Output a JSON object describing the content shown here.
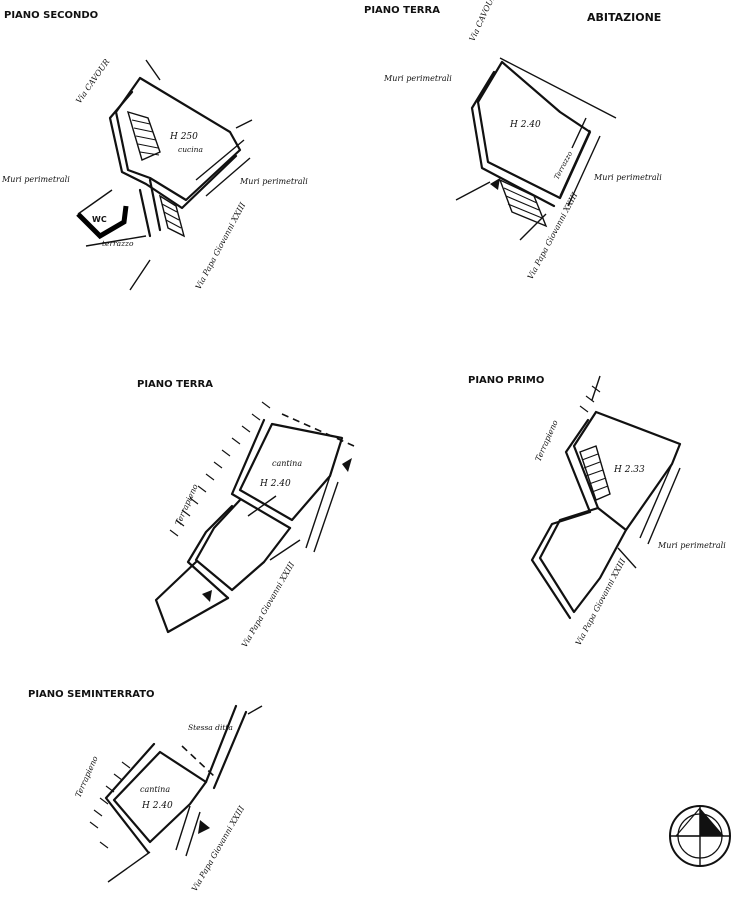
{
  "title": "ABITAZIONE",
  "plans": {
    "secondo": {
      "name": "PIANO SECONDO",
      "street_cavour": "Via CAVOUR",
      "height": "H 250",
      "room": "cucina",
      "walls_left": "Muri perimetrali",
      "walls_right": "Muri perimetrali",
      "wc": "WC",
      "terrace": "terrazzo",
      "street_papa": "Via Papa Giovanni XXIII"
    },
    "terra_top": {
      "name": "PIANO TERRA",
      "street_cavour": "Via CAVOUR",
      "walls_left": "Muri perimetrali",
      "height": "H 2.40",
      "side": "Terrazzo",
      "walls_right": "Muri perimetrali",
      "street_papa": "Via Papa Giovanni XXIII"
    },
    "terra_mid": {
      "name": "PIANO TERRA",
      "room": "cantina",
      "height": "H 2.40",
      "side": "Terrapieno",
      "street_papa": "Via Papa Giovanni XXIII"
    },
    "primo": {
      "name": "PIANO PRIMO",
      "side": "Terrapieno",
      "height": "H 2.33",
      "walls": "Muri perimetrali",
      "street_papa": "Via Papa Giovanni XXIII"
    },
    "seminterrato": {
      "name": "PIANO SEMINTERRATO",
      "other": "Stessa ditta",
      "side": "Terrapieno",
      "room": "cantina",
      "height": "H 2.40",
      "street_papa": "Via Papa Giovanni XXIII"
    }
  }
}
